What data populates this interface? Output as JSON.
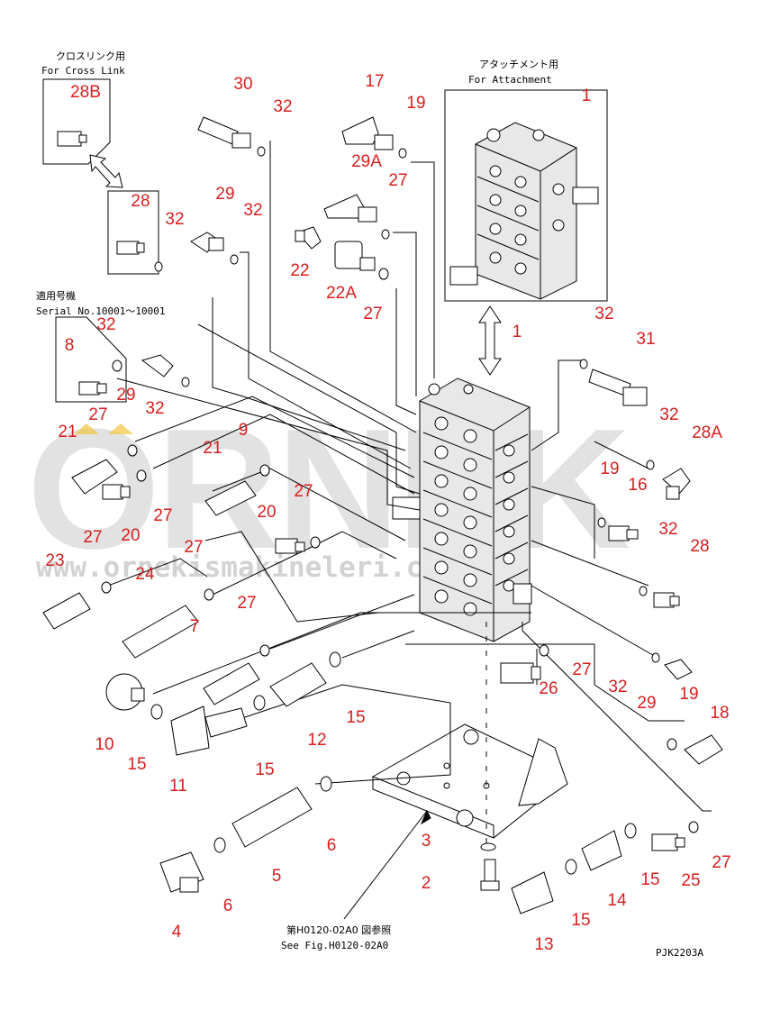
{
  "captions": {
    "cross_link_jp": "クロスリンク用",
    "cross_link_en": "For Cross Link",
    "attachment_jp": "アタッチメント用",
    "attachment_en": "For Attachment",
    "serial_jp": "適用号機",
    "serial_en": "Serial No.10001～10001",
    "see_fig_jp": "第H0120-02A0 図参照",
    "see_fig_en": "See Fig.H0120-02A0",
    "drawing_code": "PJK2203A"
  },
  "watermark": {
    "brand": "ORNEK",
    "url": "www.ornekismakineleri.com.tr"
  },
  "part_labels": [
    {
      "id": "28B",
      "text": "28B"
    },
    {
      "id": "28",
      "text": "28"
    },
    {
      "id": "30",
      "text": "30"
    },
    {
      "id": "32a",
      "text": "32"
    },
    {
      "id": "17",
      "text": "17"
    },
    {
      "id": "19a",
      "text": "19"
    },
    {
      "id": "1a",
      "text": "1"
    },
    {
      "id": "29a",
      "text": "29"
    },
    {
      "id": "32b",
      "text": "32"
    },
    {
      "id": "32c",
      "text": "32"
    },
    {
      "id": "29A",
      "text": "29A"
    },
    {
      "id": "27a",
      "text": "27"
    },
    {
      "id": "22",
      "text": "22"
    },
    {
      "id": "22A",
      "text": "22A"
    },
    {
      "id": "27b",
      "text": "27"
    },
    {
      "id": "32d",
      "text": "32"
    },
    {
      "id": "8",
      "text": "8"
    },
    {
      "id": "29b",
      "text": "29"
    },
    {
      "id": "32e",
      "text": "32"
    },
    {
      "id": "27c",
      "text": "27"
    },
    {
      "id": "1b",
      "text": "1"
    },
    {
      "id": "32f",
      "text": "32"
    },
    {
      "id": "31",
      "text": "31"
    },
    {
      "id": "32g",
      "text": "32"
    },
    {
      "id": "28A",
      "text": "28A"
    },
    {
      "id": "21a",
      "text": "21"
    },
    {
      "id": "9",
      "text": "9"
    },
    {
      "id": "21b",
      "text": "21"
    },
    {
      "id": "16",
      "text": "16"
    },
    {
      "id": "19b",
      "text": "19"
    },
    {
      "id": "27d",
      "text": "27"
    },
    {
      "id": "20a",
      "text": "20"
    },
    {
      "id": "27e",
      "text": "27"
    },
    {
      "id": "20b",
      "text": "20"
    },
    {
      "id": "27f",
      "text": "27"
    },
    {
      "id": "32h",
      "text": "32"
    },
    {
      "id": "28c",
      "text": "28"
    },
    {
      "id": "23",
      "text": "23"
    },
    {
      "id": "24",
      "text": "24"
    },
    {
      "id": "27g",
      "text": "27"
    },
    {
      "id": "7",
      "text": "7"
    },
    {
      "id": "27h",
      "text": "27"
    },
    {
      "id": "26",
      "text": "26"
    },
    {
      "id": "27i",
      "text": "27"
    },
    {
      "id": "32i",
      "text": "32"
    },
    {
      "id": "19c",
      "text": "19"
    },
    {
      "id": "29c",
      "text": "29"
    },
    {
      "id": "18",
      "text": "18"
    },
    {
      "id": "10",
      "text": "10"
    },
    {
      "id": "15a",
      "text": "15"
    },
    {
      "id": "11",
      "text": "11"
    },
    {
      "id": "15b",
      "text": "15"
    },
    {
      "id": "12",
      "text": "12"
    },
    {
      "id": "15c",
      "text": "15"
    },
    {
      "id": "6a",
      "text": "6"
    },
    {
      "id": "3",
      "text": "3"
    },
    {
      "id": "5",
      "text": "5"
    },
    {
      "id": "6b",
      "text": "6"
    },
    {
      "id": "4",
      "text": "4"
    },
    {
      "id": "2",
      "text": "2"
    },
    {
      "id": "13",
      "text": "13"
    },
    {
      "id": "15d",
      "text": "15"
    },
    {
      "id": "14",
      "text": "14"
    },
    {
      "id": "15e",
      "text": "15"
    },
    {
      "id": "25",
      "text": "25"
    },
    {
      "id": "27j",
      "text": "27"
    }
  ]
}
